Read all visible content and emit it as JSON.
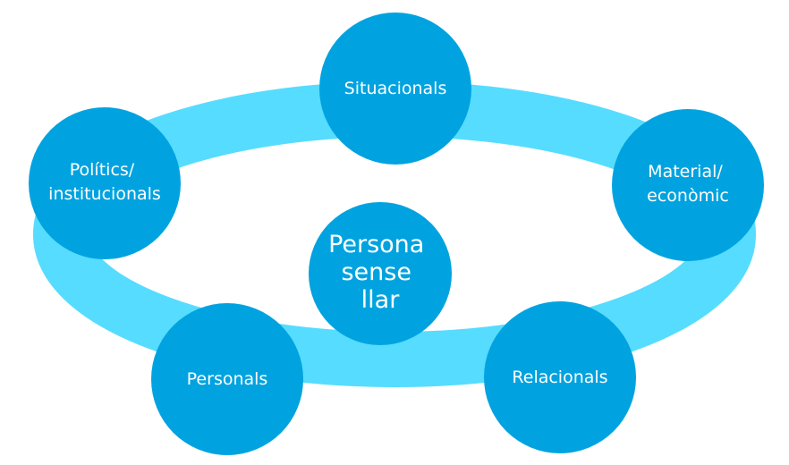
{
  "colors": {
    "ring": "#56dcff",
    "circle": "#00a3e0",
    "text": "#ffffff",
    "background": "#ffffff"
  },
  "center": {
    "lines": [
      "Persona",
      "sense",
      "llar"
    ]
  },
  "nodes": [
    {
      "id": "situacionals",
      "lines": [
        "Situacionals"
      ]
    },
    {
      "id": "material-economic",
      "lines": [
        "Material/",
        "econòmic"
      ]
    },
    {
      "id": "relacionals",
      "lines": [
        "Relacionals"
      ]
    },
    {
      "id": "personals",
      "lines": [
        "Personals"
      ]
    },
    {
      "id": "politics-institucionals",
      "lines": [
        "Polítics/",
        "institucionals"
      ]
    }
  ]
}
